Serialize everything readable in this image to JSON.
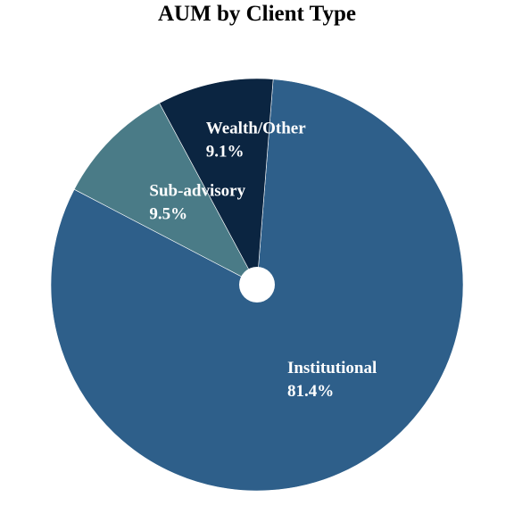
{
  "chart_data": {
    "type": "pie",
    "title": "AUM by Client Type",
    "categories": [
      "Institutional",
      "Sub-advisory",
      "Wealth/Other"
    ],
    "values": [
      81.4,
      9.5,
      9.1
    ],
    "value_labels": [
      "81.4%",
      "9.5%",
      "9.1%"
    ],
    "colors": [
      "#2e5f8a",
      "#4a7b87",
      "#0b2541"
    ],
    "center_hole_color": "#ffffff",
    "legend": "none"
  }
}
